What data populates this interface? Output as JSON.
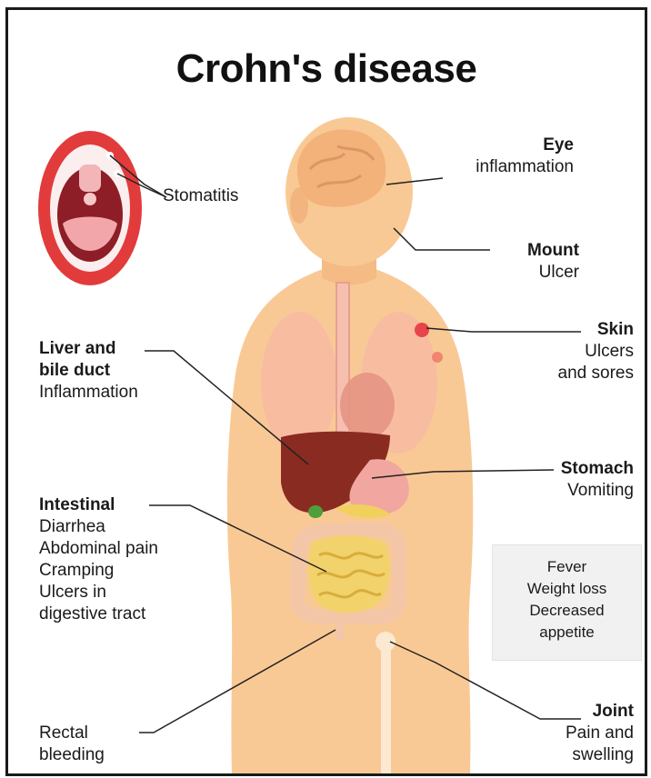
{
  "title": "Crohn's disease",
  "labels": {
    "eye": {
      "heading": "Eye",
      "detail": "inflammation"
    },
    "stomatitis": "Stomatitis",
    "mouth": {
      "heading": "Mount",
      "detail": "Ulcer"
    },
    "skin": {
      "heading": "Skin",
      "detail": [
        "Ulcers",
        "and sores"
      ]
    },
    "liver": {
      "heading": [
        "Liver and",
        "bile duct"
      ],
      "detail": "Inflammation"
    },
    "stomach": {
      "heading": "Stomach",
      "detail": "Vomiting"
    },
    "intestinal": {
      "heading": "Intestinal",
      "detail": [
        "Diarrhea",
        "Abdominal pain",
        "Cramping",
        "Ulcers in",
        "digestive tract"
      ]
    },
    "general": [
      "Fever",
      "Weight loss",
      "Decreased",
      "appetite"
    ],
    "rectal": [
      "Rectal",
      "bleeding"
    ],
    "joint": {
      "heading": "Joint",
      "detail": [
        "Pain and",
        "swelling"
      ]
    }
  },
  "colors": {
    "skin": "#f9c995",
    "hair": "#f2b27a",
    "liver": "#8a2b22",
    "intestine": "#f2d26a",
    "inflammation": "#e8454a"
  }
}
